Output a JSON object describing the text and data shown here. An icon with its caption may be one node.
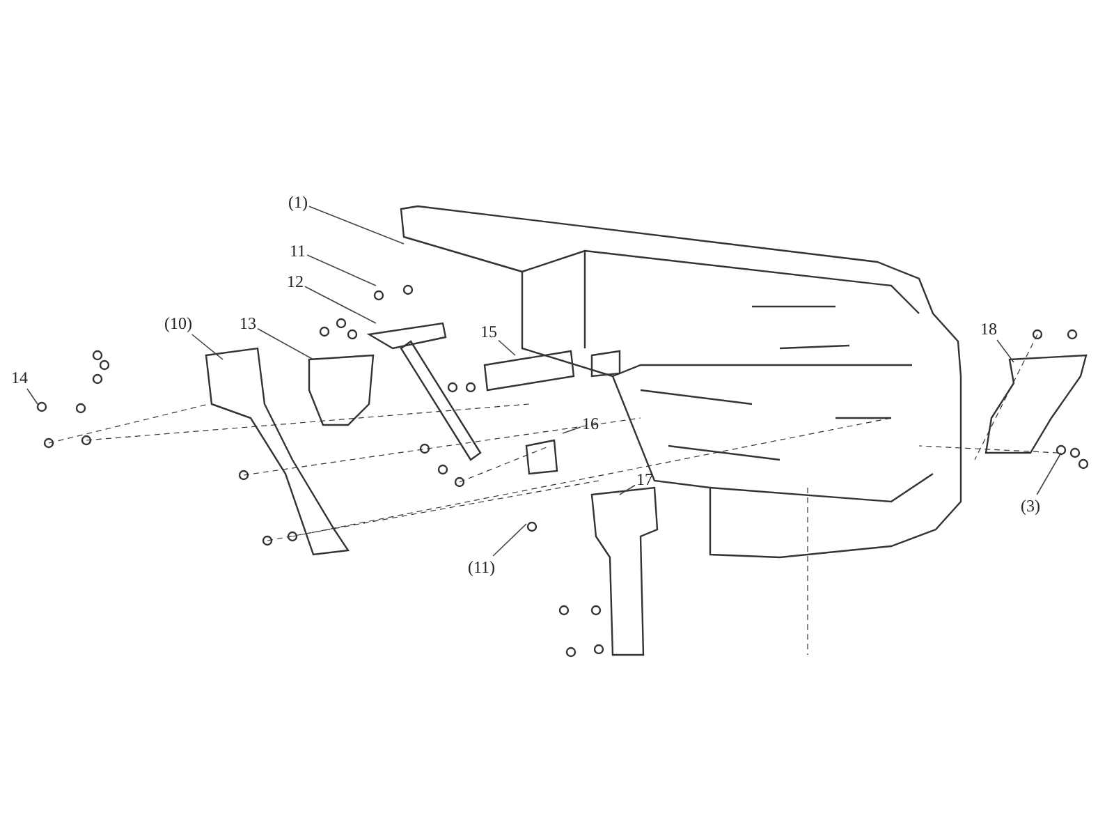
{
  "diagram": {
    "nodes": [
      {
        "text": [
          "(1)"
        ]
      },
      {
        "text": [
          "11"
        ]
      },
      {
        "text": [
          "12"
        ]
      },
      {
        "text": [
          "(10)"
        ]
      },
      {
        "text": [
          "13"
        ]
      },
      {
        "text": [
          "14"
        ]
      },
      {
        "text": [
          "15"
        ]
      },
      {
        "text": [
          "16"
        ]
      },
      {
        "text": [
          "17"
        ]
      },
      {
        "text": [
          "(11)"
        ]
      },
      {
        "text": [
          "18"
        ]
      },
      {
        "text": [
          "(3)"
        ]
      }
    ],
    "edges": [
      {
        "from": 0,
        "to": null,
        "arrow": "none"
      },
      {
        "from": 1,
        "to": null,
        "arrow": "none"
      },
      {
        "from": 2,
        "to": null,
        "arrow": "none"
      },
      {
        "from": 3,
        "to": null,
        "arrow": "none"
      },
      {
        "from": 4,
        "to": null,
        "arrow": "none"
      },
      {
        "from": 5,
        "to": null,
        "arrow": "none"
      },
      {
        "from": 6,
        "to": null,
        "arrow": "none"
      },
      {
        "from": 7,
        "to": null,
        "arrow": "none"
      },
      {
        "from": 8,
        "to": null,
        "arrow": "none"
      },
      {
        "from": 9,
        "to": null,
        "arrow": "none"
      },
      {
        "from": 10,
        "to": null,
        "arrow": "none"
      },
      {
        "from": 11,
        "to": null,
        "arrow": "none"
      }
    ]
  }
}
